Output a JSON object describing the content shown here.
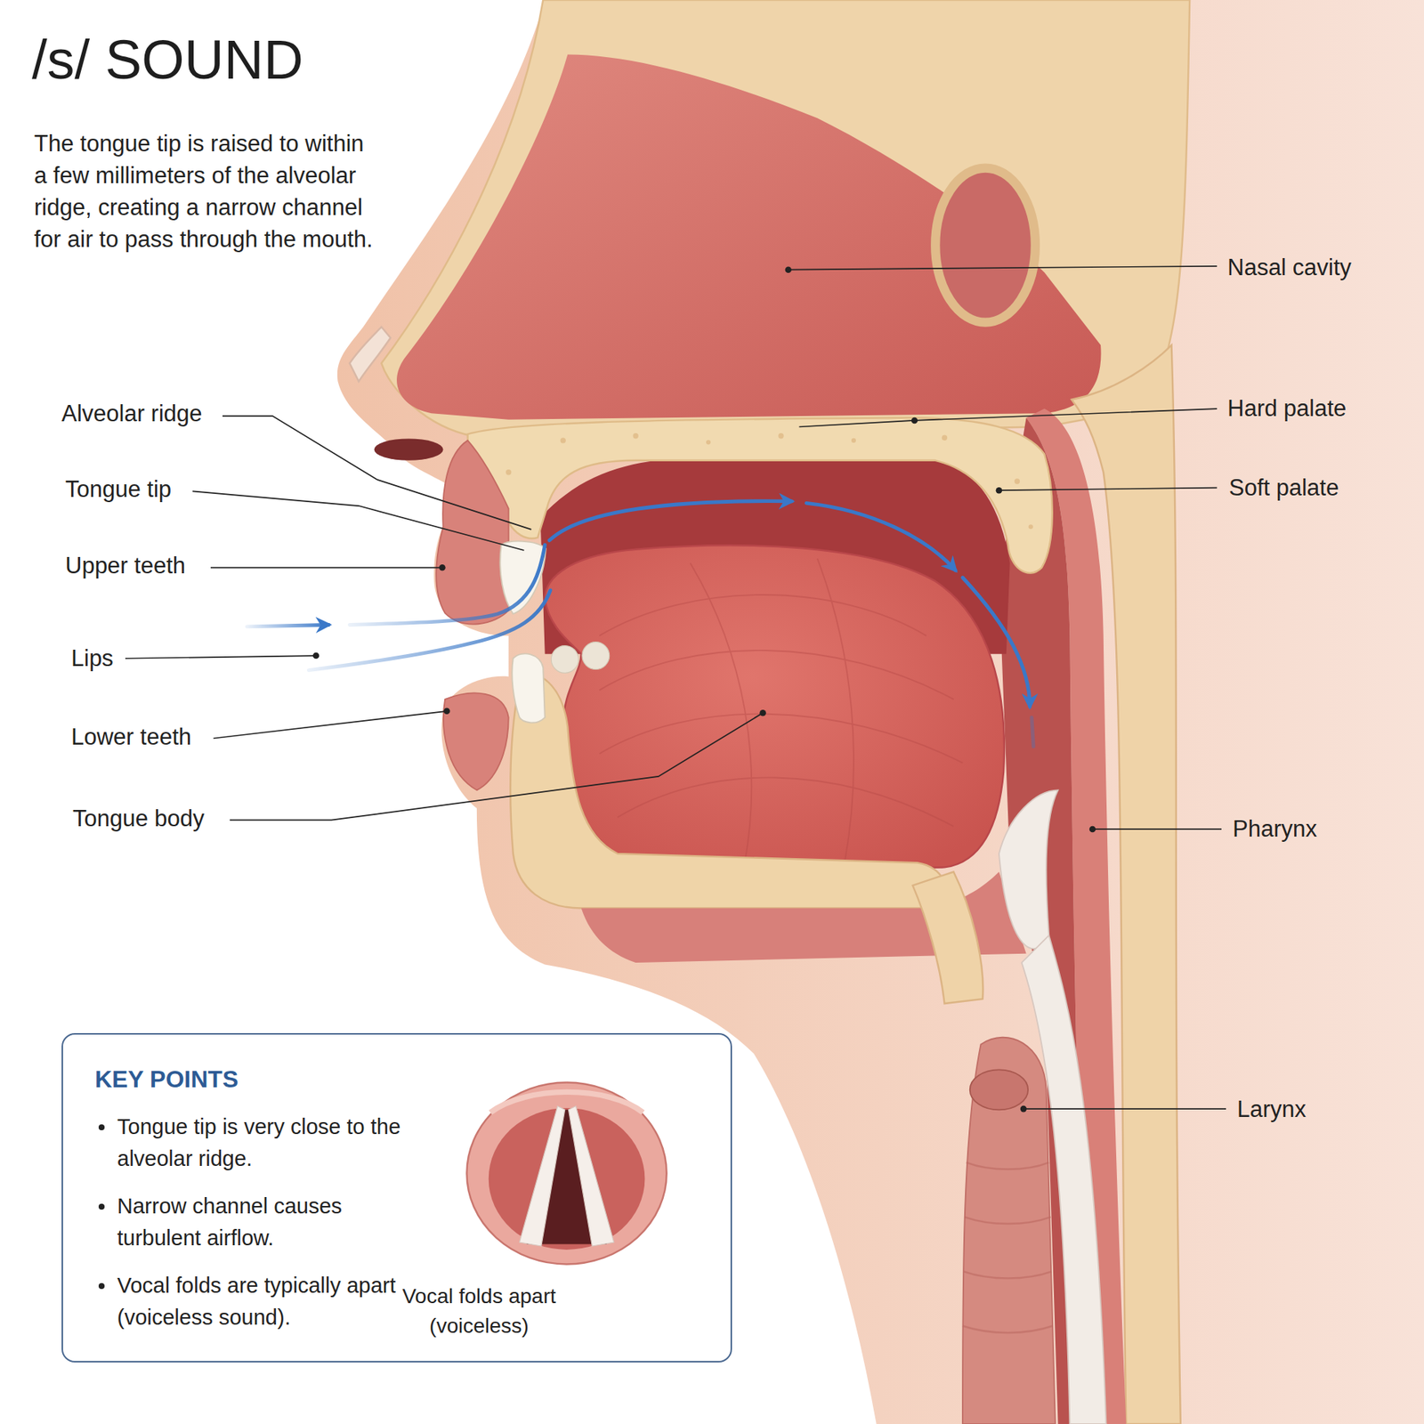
{
  "diagram": {
    "title": "/s/ SOUND",
    "nodes": [
      {
        "text": [
          "KEY POINTS",
          "Tongue tip is very close to the alveolar ridge.",
          "Narrow channel causes turbulent airflow.",
          "Vocal folds are typically apart (voiceless sound).",
          "Vocal folds apart (voiceless)"
        ]
      }
    ],
    "labels": [
      "The tongue tip is raised to within a few millimeters of the alveolar ridge, creating a narrow channel for air to pass through the mouth.",
      "Alveolar ridge",
      "Tongue tip",
      "Upper teeth",
      "Lips",
      "Lower teeth",
      "Tongue body",
      "Nasal cavity",
      "Hard palate",
      "Soft palate",
      "Pharynx",
      "Larynx"
    ]
  }
}
